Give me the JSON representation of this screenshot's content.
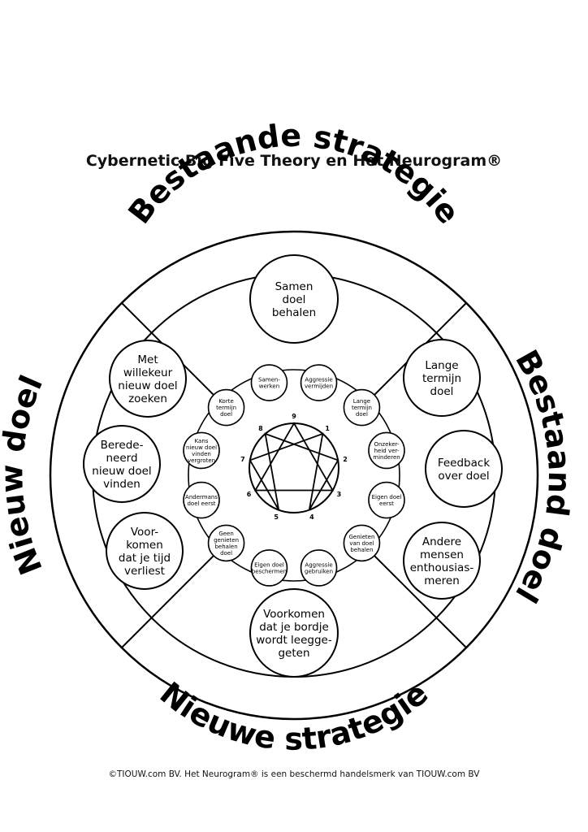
{
  "title": "Cybernetic Big Five Theory en Het Neurogram®",
  "footer": "©TIOUW.com BV. Het Neurogram® is een beschermd handelsmerk van TIOUW.com BV",
  "quadrants": {
    "top": "Bestaande strategie",
    "right": "Bestaand doel",
    "bottom": "Nieuwe strategie",
    "left": "Nieuw doel"
  },
  "outer_circles": [
    {
      "lines": [
        "Samen",
        "doel",
        "behalen"
      ]
    },
    {
      "lines": [
        "Lange",
        "termijn",
        "doel"
      ]
    },
    {
      "lines": [
        "Feedback",
        "over doel"
      ]
    },
    {
      "lines": [
        "Andere",
        "mensen",
        "enthousias-",
        "meren"
      ]
    },
    {
      "lines": [
        "Voorkomen",
        "dat je bordje",
        "wordt leegge-",
        "geten"
      ]
    },
    {
      "lines": [
        "Voor-",
        "komen",
        "dat je tijd",
        "verliest"
      ]
    },
    {
      "lines": [
        "Berede-",
        "neerd",
        "nieuw doel",
        "vinden"
      ]
    },
    {
      "lines": [
        "Met",
        "willekeur",
        "nieuw doel",
        "zoeken"
      ]
    }
  ],
  "inner_circles": [
    {
      "lines": [
        "Samen-",
        "werken"
      ]
    },
    {
      "lines": [
        "Aggressie",
        "vermijden"
      ]
    },
    {
      "lines": [
        "Lange",
        "termijn",
        "doel"
      ]
    },
    {
      "lines": [
        "Onzeker-",
        "heid ver-",
        "minderen"
      ]
    },
    {
      "lines": [
        "Eigen doel",
        "eerst"
      ]
    },
    {
      "lines": [
        "Genieten",
        "van doel",
        "behalen"
      ]
    },
    {
      "lines": [
        "Aggressie",
        "gebruiken"
      ]
    },
    {
      "lines": [
        "Eigen doel",
        "beschermen"
      ]
    },
    {
      "lines": [
        "Geen",
        "genieten",
        "behalen",
        "doel"
      ]
    },
    {
      "lines": [
        "Andermans",
        "doel eerst"
      ]
    },
    {
      "lines": [
        "Kans",
        "nieuw doel",
        "vinden",
        "vergroten"
      ]
    },
    {
      "lines": [
        "Korte",
        "termijn",
        "doel"
      ]
    }
  ],
  "enneagram_numbers": [
    "9",
    "1",
    "2",
    "3",
    "4",
    "5",
    "6",
    "7",
    "8"
  ]
}
